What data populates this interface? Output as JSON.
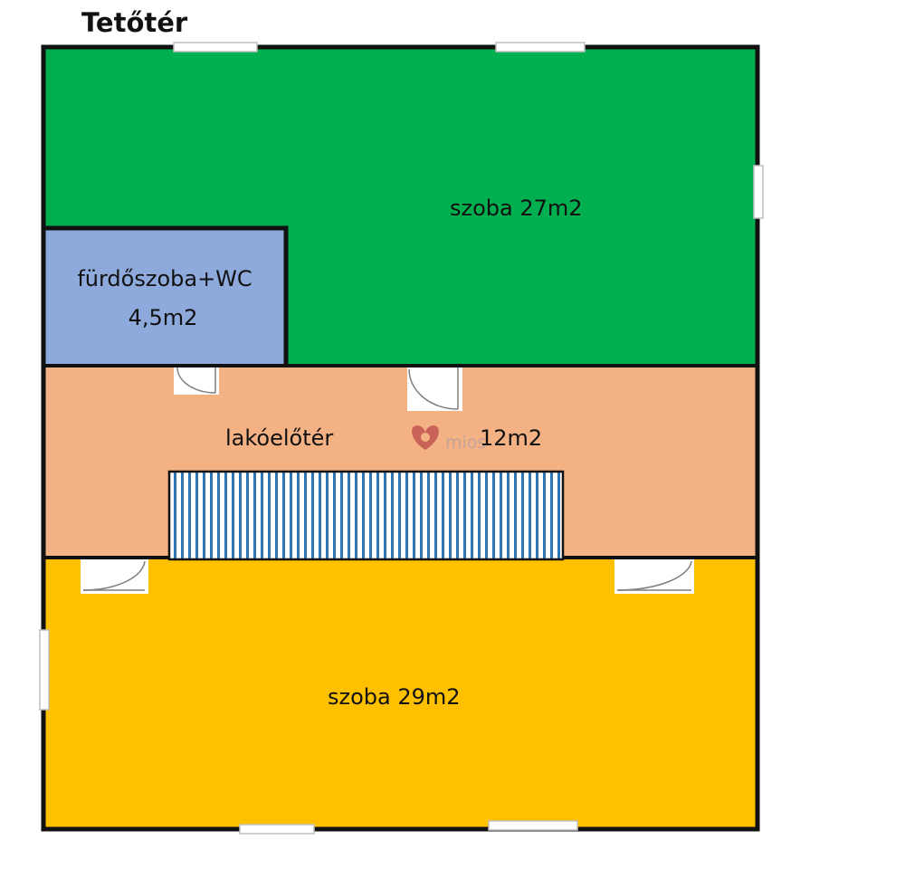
{
  "title": "Tetőtér",
  "colors": {
    "green_room": "#00b050",
    "bathroom": "#8ea9db",
    "hall": "#f4b183",
    "yellow_room": "#ffc000",
    "wall": "#111111",
    "stairs_stripe": "#2e75b6",
    "watermark": "#c0504d"
  },
  "rooms": {
    "top_room": {
      "label": "szoba 27m2"
    },
    "bathroom": {
      "label_line1": "fürdőszoba+WC",
      "label_line2": "4,5m2"
    },
    "hall": {
      "label_name": "lakóelőtér",
      "label_area": "12m2"
    },
    "bottom_room": {
      "label": "szoba 29m2"
    }
  },
  "watermark": {
    "text": "mios",
    "icon": "heart-logo-icon"
  }
}
